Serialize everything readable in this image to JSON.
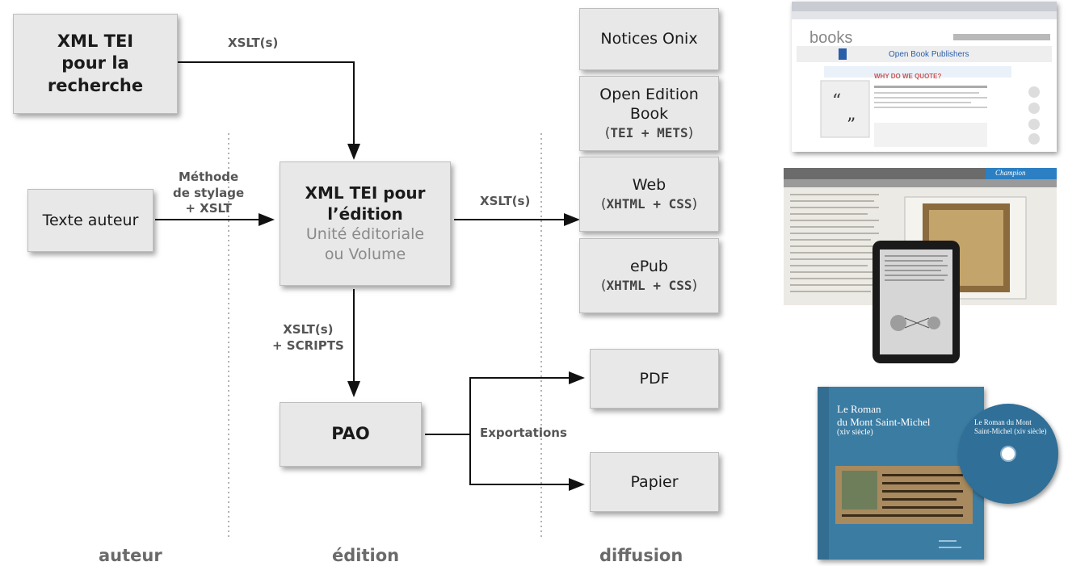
{
  "boxes": {
    "xml_recherche": [
      "XML TEI",
      "pour la recherche"
    ],
    "texte_auteur": "Texte auteur",
    "xml_edition": {
      "line1": "XML TEI pour",
      "line2": "l’édition",
      "line3": "Unité éditoriale",
      "line4": "ou Volume"
    },
    "pao": "PAO",
    "notices": "Notices Onix",
    "openedition": {
      "line1": "Open Edition Book",
      "sub_open": "(",
      "sub_code": "TEI + METS",
      "sub_close": ")"
    },
    "web": {
      "line1": "Web",
      "sub_open": "(",
      "sub_code": "XHTML + CSS",
      "sub_close": ")"
    },
    "epub": {
      "line1": "ePub",
      "sub_open": "(",
      "sub_code": "XHTML + CSS",
      "sub_close": ")"
    },
    "pdf": "PDF",
    "papier": "Papier"
  },
  "edge_labels": {
    "xslt_top": "XSLT(s)",
    "methode": [
      "Méthode",
      "de stylage",
      "+ XSLT"
    ],
    "xslt_mid": "XSLT(s)",
    "xslt_scripts": [
      "XSLT(s)",
      "+ SCRIPTS"
    ],
    "exportations": "Exportations"
  },
  "columns": [
    "auteur",
    "édition",
    "diffusion"
  ],
  "thumbnails": {
    "web_page": {
      "logo": "books",
      "publisher": "Open Book Publishers",
      "heading": "WHY DO WE QUOTE?"
    },
    "reader": {
      "brand": "Champion"
    },
    "book": {
      "title_lines": [
        "Le Roman",
        "du Mont Saint-Michel",
        "(xiv siècle)"
      ],
      "cd_lines": [
        "Le Roman du Mont",
        "Saint-Michel (xiv siècle)"
      ]
    }
  }
}
